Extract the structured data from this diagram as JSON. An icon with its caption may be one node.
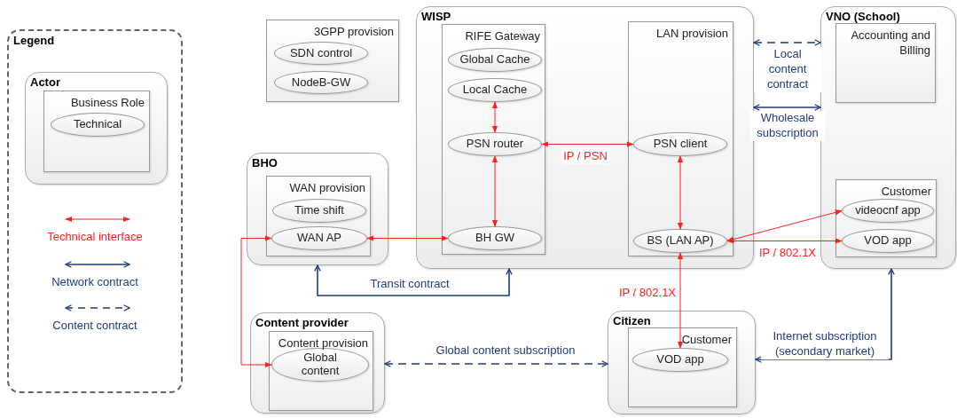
{
  "diagram": {
    "nodes": [
      {
        "text": [
          "Legend"
        ]
      },
      {
        "text": [
          "Actor"
        ],
        "in": 0
      },
      {
        "text": [
          "Business Role"
        ],
        "in": 1
      },
      {
        "text": [
          "Technical"
        ],
        "in": 2
      },
      {
        "text": [
          "3GPP provision"
        ]
      },
      {
        "text": [
          "SDN control"
        ],
        "in": 4
      },
      {
        "text": [
          "NodeB-GW"
        ],
        "in": 4
      },
      {
        "text": [
          "WISP"
        ]
      },
      {
        "text": [
          "RIFE Gateway"
        ],
        "in": 7
      },
      {
        "text": [
          "Global Cache"
        ],
        "in": 8
      },
      {
        "text": [
          "Local Cache"
        ],
        "in": 8
      },
      {
        "text": [
          "PSN router"
        ],
        "in": 8
      },
      {
        "text": [
          "BH GW"
        ],
        "in": 8
      },
      {
        "text": [
          "LAN provision"
        ],
        "in": 7
      },
      {
        "text": [
          "PSN client"
        ],
        "in": 13
      },
      {
        "text": [
          "BS (LAN AP)"
        ],
        "in": 13
      },
      {
        "text": [
          "VNO (School)"
        ]
      },
      {
        "text": [
          "Accounting and Billing"
        ],
        "in": 16
      },
      {
        "text": [
          "Customer"
        ],
        "in": 16
      },
      {
        "text": [
          "videocnf app"
        ],
        "in": 18
      },
      {
        "text": [
          "VOD app"
        ],
        "in": 18
      },
      {
        "text": [
          "BHO"
        ]
      },
      {
        "text": [
          "WAN provision"
        ],
        "in": 21
      },
      {
        "text": [
          "Time shift"
        ],
        "in": 22
      },
      {
        "text": [
          "WAN AP"
        ],
        "in": 22
      },
      {
        "text": [
          "Content provider"
        ]
      },
      {
        "text": [
          "Content provision"
        ],
        "in": 25
      },
      {
        "text": [
          "Global content"
        ],
        "in": 26
      },
      {
        "text": [
          "Citizen"
        ]
      },
      {
        "text": [
          "Customer"
        ],
        "in": 28
      },
      {
        "text": [
          "VOD app"
        ],
        "in": 29
      }
    ],
    "edges": [
      {
        "from": 10,
        "to": 11,
        "arrow": "both"
      },
      {
        "from": 11,
        "to": 12,
        "arrow": "both"
      },
      {
        "from": 11,
        "to": 14,
        "arrow": "both",
        "label": "IP / PSN"
      },
      {
        "from": 14,
        "to": 15,
        "arrow": "both"
      },
      {
        "from": 24,
        "to": 12,
        "arrow": "both"
      },
      {
        "from": 15,
        "to": 19,
        "arrow": "both"
      },
      {
        "from": 15,
        "to": 20,
        "arrow": "both",
        "label": "IP / 802.1X"
      },
      {
        "from": 15,
        "to": 30,
        "arrow": "both",
        "label": "IP / 802.1X"
      },
      {
        "from": 24,
        "to": 27,
        "arrow": "both"
      },
      {
        "from": 7,
        "to": 16,
        "arrow": "both",
        "label": "Local content contract",
        "style": "dashed",
        "color": "#1f3d7a"
      },
      {
        "from": 7,
        "to": 16,
        "arrow": "both",
        "label": "Wholesale subscription",
        "color": "#1f3d7a"
      },
      {
        "from": 21,
        "to": 7,
        "arrow": "both",
        "label": "Transit contract",
        "color": "#1f3d7a"
      },
      {
        "from": 25,
        "to": 28,
        "arrow": "both",
        "label": "Global content subscription",
        "style": "dashed",
        "color": "#1f3d7a"
      },
      {
        "from": 28,
        "to": 16,
        "arrow": "both",
        "label": "Internet subscription (secondary market)",
        "color": "#1f3d7a"
      }
    ],
    "legend": [
      {
        "text": "Technical interface"
      },
      {
        "text": "Network contract"
      },
      {
        "text": "Content contract"
      }
    ]
  }
}
